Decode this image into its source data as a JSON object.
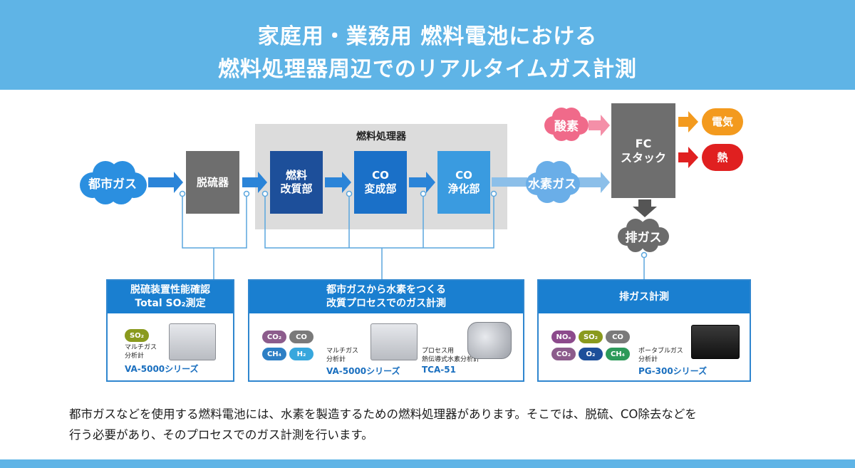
{
  "header": {
    "title_line1": "家庭用・業務用 燃料電池における",
    "title_line2": "燃料処理器周辺でのリアルタイムガス計測"
  },
  "flow": {
    "city_gas": "都市ガス",
    "desulfurizer": "脱硫器",
    "processor_title": "燃料処理器",
    "reformer_l1": "燃料",
    "reformer_l2": "改質部",
    "shift_l1": "CO",
    "shift_l2": "変成部",
    "purify_l1": "CO",
    "purify_l2": "浄化部",
    "hydrogen": "水素ガス",
    "oxygen": "酸素",
    "fc_l1": "FC",
    "fc_l2": "スタック",
    "electricity": "電気",
    "heat": "熱",
    "exhaust": "排ガス"
  },
  "panels": {
    "left": {
      "title_l1": "脱硫装置性能確認",
      "title_l2": "Total SO₂測定",
      "gas": "SO₂",
      "analyzer_l1": "マルチガス",
      "analyzer_l2": "分析計",
      "series": "VA-5000シリーズ"
    },
    "mid": {
      "title_l1": "都市ガスから水素をつくる",
      "title_l2": "改質プロセスでのガス計測",
      "gases": [
        "CO₂",
        "CO",
        "CH₄",
        "H₂"
      ],
      "analyzer_l1": "マルチガス",
      "analyzer_l2": "分析計",
      "series": "VA-5000シリーズ",
      "analyzer2_l1": "プロセス用",
      "analyzer2_l2": "熱伝導式水素分析計",
      "series2": "TCA-51"
    },
    "right": {
      "title": "排ガス計測",
      "gases": [
        "NOₓ",
        "SO₂",
        "CO",
        "CO₂",
        "O₂",
        "CH₄"
      ],
      "analyzer_l1": "ポータブルガス",
      "analyzer_l2": "分析計",
      "series": "PG-300シリーズ"
    }
  },
  "caption": {
    "line1": "都市ガスなどを使用する燃料電池には、水素を製造するための燃料処理器があります。そこでは、脱硫、CO除去などを",
    "line2": "行う必要があり、そのプロセスでのガス計測を行います。"
  },
  "colors": {
    "header": "#5fb4e6",
    "cloud_blue": "#2b8fe0",
    "cloud_light": "#6aaee8",
    "gray_box": "#6e6e6e",
    "navy": "#1d4f9a",
    "mid_blue": "#1a70c8",
    "light_blue": "#3a9be0",
    "pink": "#f06a8a",
    "orange": "#f39a1e",
    "red": "#e02020",
    "panel_blue": "#1a7fd0"
  }
}
